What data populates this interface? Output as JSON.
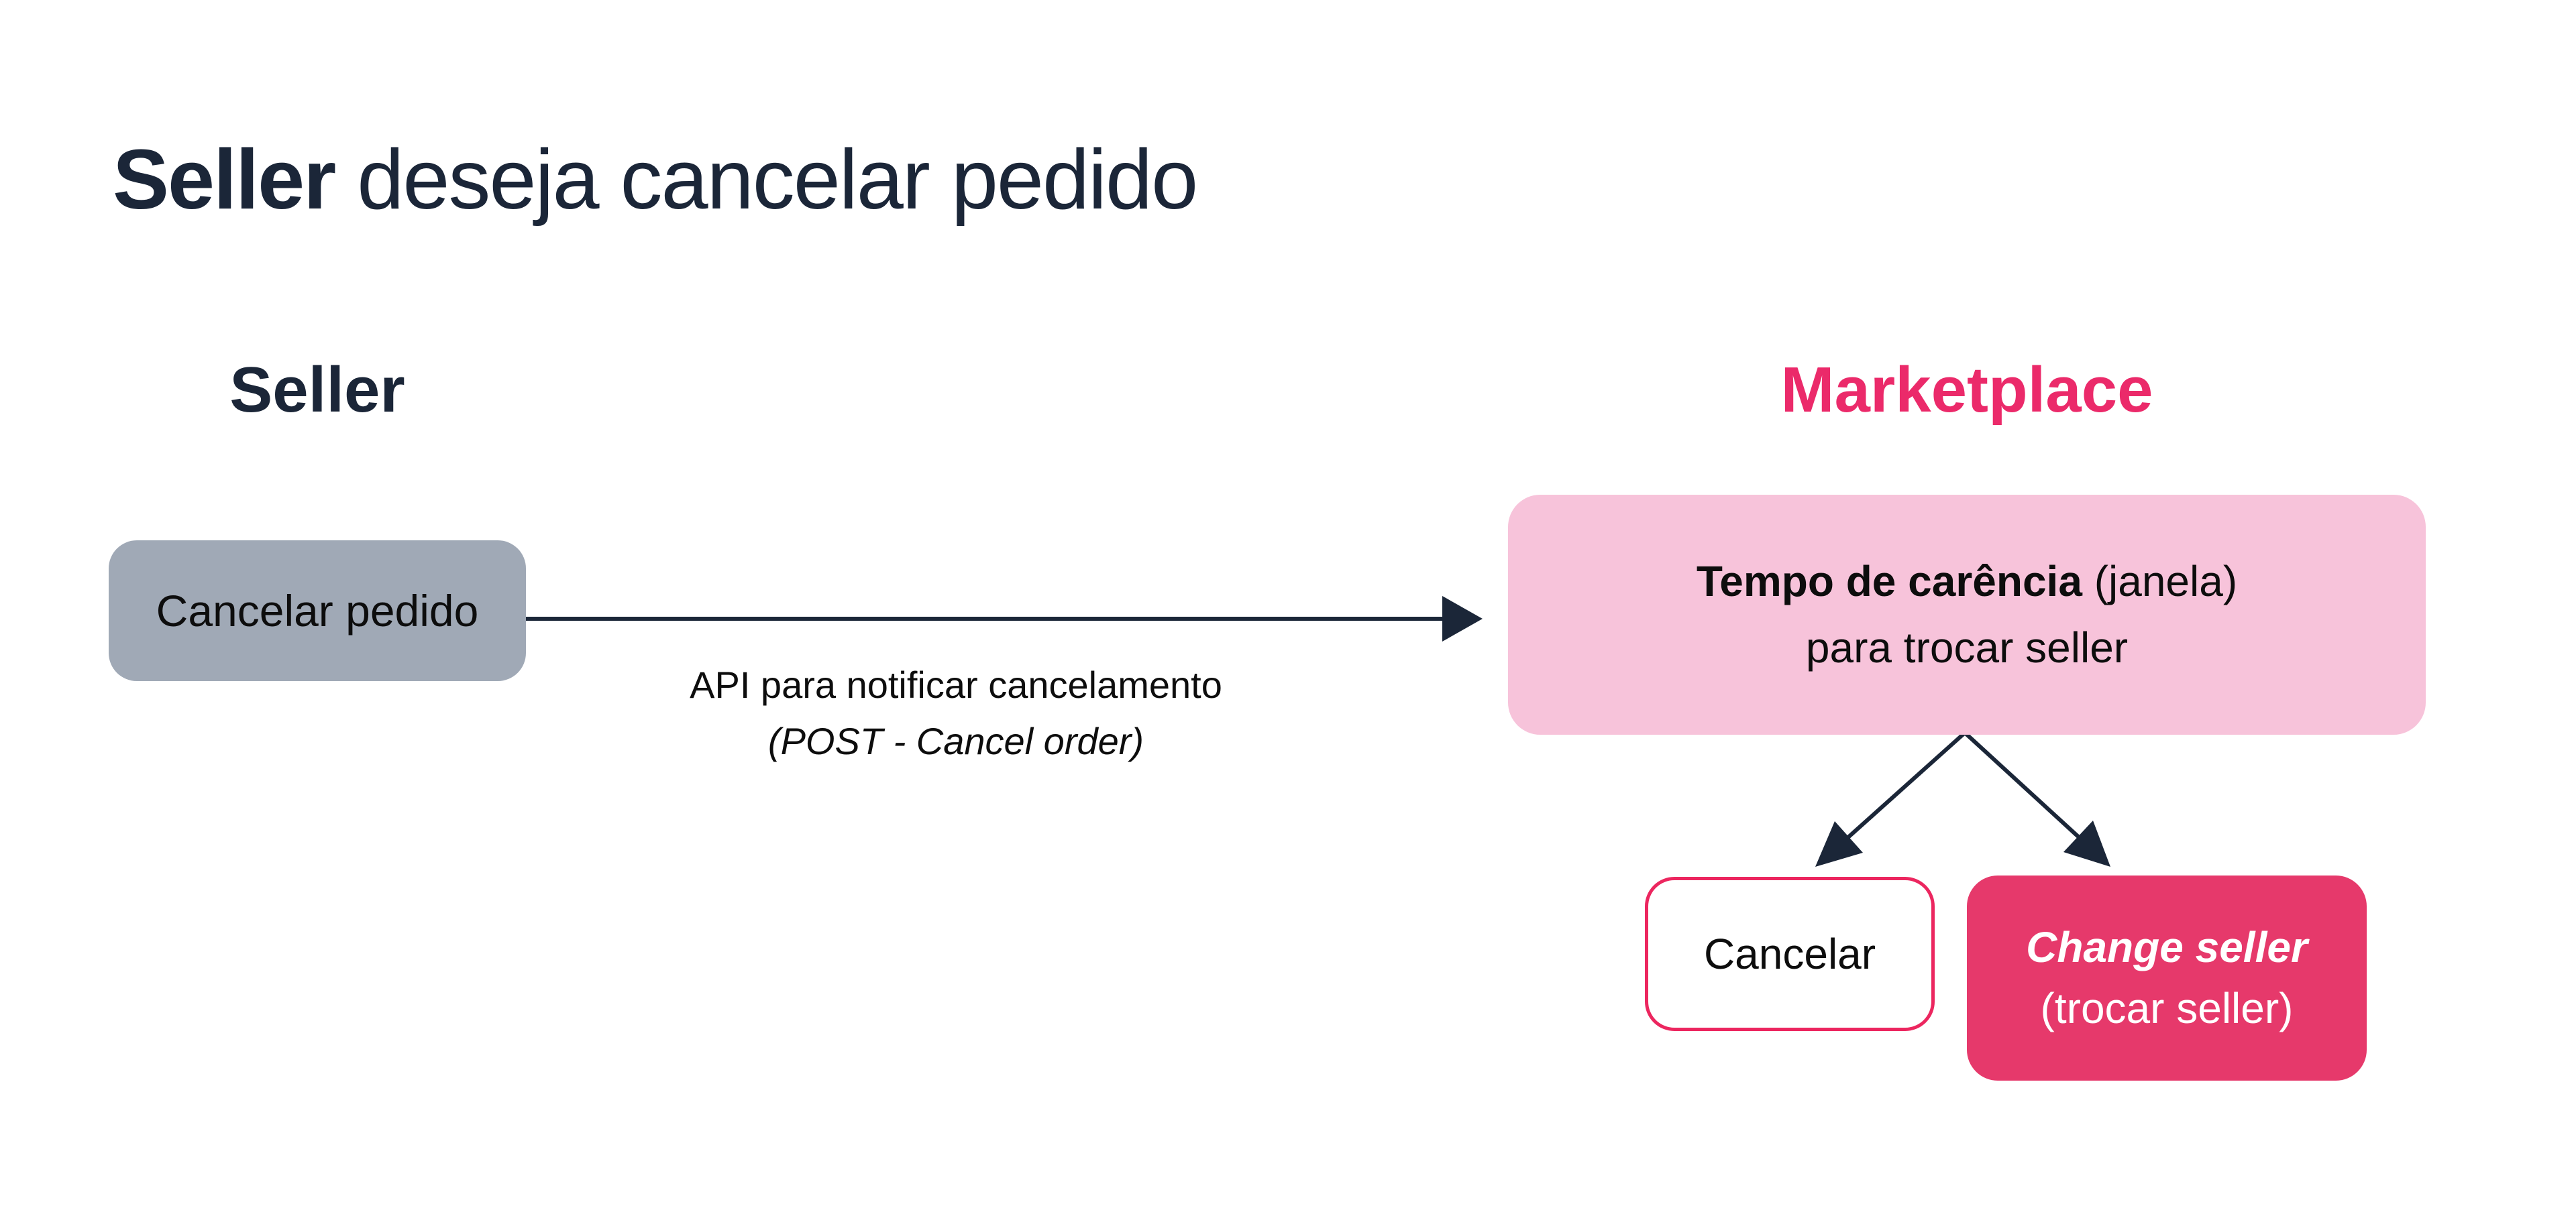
{
  "slide": {
    "title": {
      "bold": "Seller",
      "rest": " deseja cancelar pedido"
    },
    "headers": {
      "seller": "Seller",
      "marketplace": "Marketplace"
    },
    "flow": {
      "cancel_order_box": {
        "label": "Cancelar pedido"
      },
      "api_arrow": {
        "label_line1": "API para notificar cancelamento",
        "label_line2": "(POST - Cancel order)"
      },
      "grace_box": {
        "line1_bold": "Tempo de carência",
        "line1_rest": " (janela)",
        "line2": "para trocar seller"
      },
      "cancel_box": {
        "label": "Cancelar"
      },
      "change_seller_box": {
        "line1": "Change seller",
        "line2": "(trocar seller)"
      }
    },
    "colors": {
      "navy": "#1b2638",
      "marketplace_text": "#eb2a6a",
      "magenta_fill": "#e6396b",
      "pink_border": "#ec265f",
      "light_pink_fill": "#f7c3da",
      "gray_fill": "#a0a9b6",
      "background": "#ffffff",
      "body_text": "#0d0d0d"
    }
  }
}
